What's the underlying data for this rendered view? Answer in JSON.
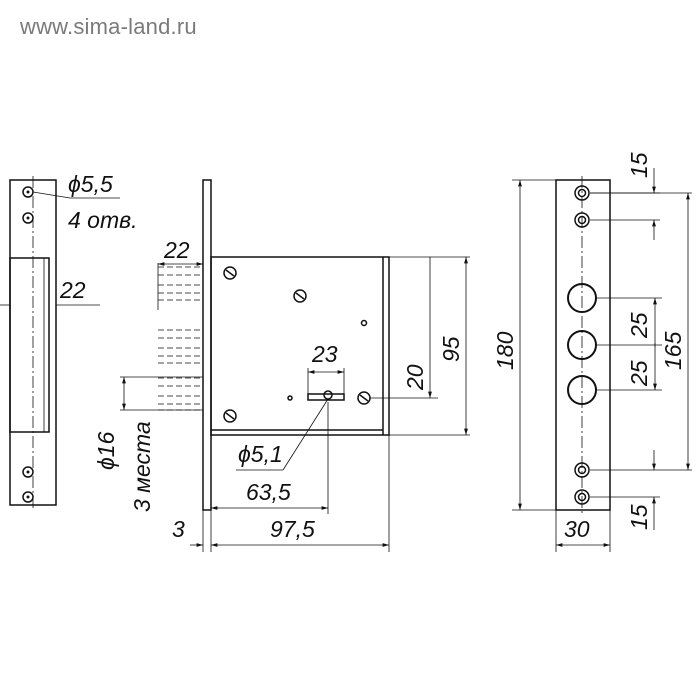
{
  "header": {
    "watermark": "www.sima-land.ru"
  },
  "strike_plate": {
    "hole_dia": "ϕ5,5",
    "hole_count": "4 отв.",
    "slot_width": "22"
  },
  "lock_body": {
    "bolt_length": "22",
    "bolt_dia": "ϕ16",
    "bolt_places": "3 места",
    "key_width": "23",
    "key_offset": "20",
    "body_height": "95",
    "screw_dia": "ϕ5,1",
    "backset": "63,5",
    "faceplate_thickness": "3",
    "body_depth": "97,5"
  },
  "faceplate": {
    "total_length": "180",
    "hole_spacing": "165",
    "top_hole_pitch": "15",
    "bolt_pitch_1": "25",
    "bolt_pitch_2": "25",
    "bottom_hole_pitch": "15",
    "width": "30"
  }
}
